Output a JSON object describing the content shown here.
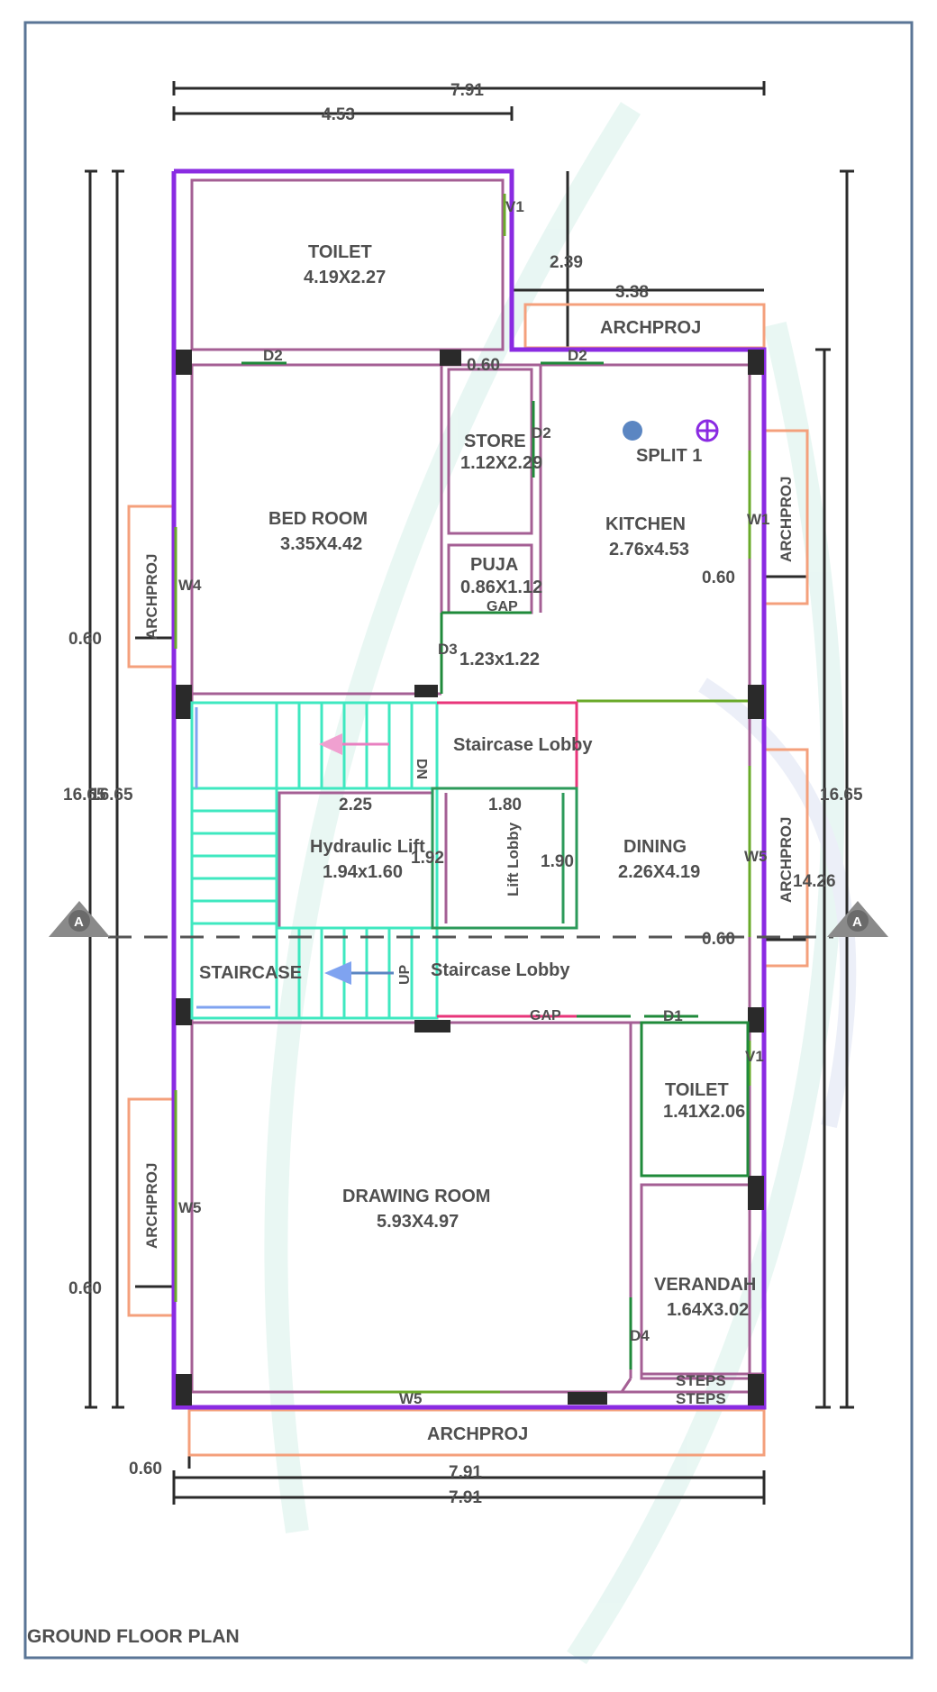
{
  "plan_title": "GROUND FLOOR PLAN",
  "dimensions": {
    "overall_width": "7.91",
    "top_left_width": "4.53",
    "left_height": "16.65",
    "right_height": "16.65",
    "step_width": "2.39",
    "kitchen_side_width": "3.38",
    "inner_right_height": "14.26",
    "bottom_width_1": "7.91",
    "bottom_width_2": "7.91",
    "proj_offset": "0.60",
    "proj_offset_left_1": "0.60",
    "proj_offset_left_2": "0.60",
    "proj_offset_right_1": "0.60",
    "proj_offset_right_2": "0.60",
    "proj_offset_center": "0.60",
    "stair_width": "2.25",
    "lift_lobby_width": "1.80",
    "lift_lobby_height": "1.90",
    "lift_gap": "1.92"
  },
  "rooms": {
    "toilet_top": {
      "name": "TOILET",
      "size": "4.19X2.27"
    },
    "bed_room": {
      "name": "BED ROOM",
      "size": "3.35X4.42"
    },
    "store": {
      "name": "STORE",
      "size": "1.12X2.29"
    },
    "puja": {
      "name": "PUJA",
      "size": "0.86X1.12"
    },
    "puja_gap": "GAP",
    "passage_size": "1.23x1.22",
    "kitchen": {
      "name": "KITCHEN",
      "size": "2.76x4.53"
    },
    "split": "SPLIT 1",
    "staircase_lobby_top": "Staircase Lobby",
    "staircase_lobby_bottom": "Staircase Lobby",
    "hydraulic_lift": {
      "name": "Hydraulic Lift",
      "size": "1.94x1.60"
    },
    "lift_lobby": "Lift Lobby",
    "dining": {
      "name": "DINING",
      "size": "2.26X4.19"
    },
    "staircase": "STAIRCASE",
    "stair_dn": "DN",
    "stair_up": "UP",
    "gap_bottom": "GAP",
    "toilet_small": {
      "name": "TOILET",
      "size": "1.41X2.06"
    },
    "drawing_room": {
      "name": "DRAWING ROOM",
      "size": "5.93X4.97"
    },
    "verandah": {
      "name": "VERANDAH",
      "size": "1.64X3.02"
    },
    "steps_1": "STEPS",
    "steps_2": "STEPS"
  },
  "openings": {
    "v1_top": "V1",
    "d2_left": "D2",
    "d2_right": "D2",
    "d2_store": "D2",
    "w1": "W1",
    "w4": "W4",
    "d3": "D3",
    "w5_dining": "W5",
    "d1": "D1",
    "v1_toilet": "V1",
    "w5_drawing": "W5",
    "w5_bottom": "W5",
    "d4": "D4"
  },
  "projections": {
    "top": "ARCHPROJ",
    "bottom": "ARCHPROJ",
    "left_upper": "ARCHPROJ",
    "left_lower": "ARCHPROJ",
    "right_upper": "ARCHPROJ",
    "right_lower": "ARCHPROJ"
  },
  "section_marker": "A",
  "colors": {
    "outer_wall": "#8a2be2",
    "inner_wall": "#a45f94",
    "window": "#6aaa2a",
    "door": "#1f8a3a",
    "staircase": "#3fe8c0",
    "projection": "#f4a07c",
    "lift": "#2c9a5a",
    "dimension": "#2b2b2b",
    "border": "#5a7596"
  }
}
